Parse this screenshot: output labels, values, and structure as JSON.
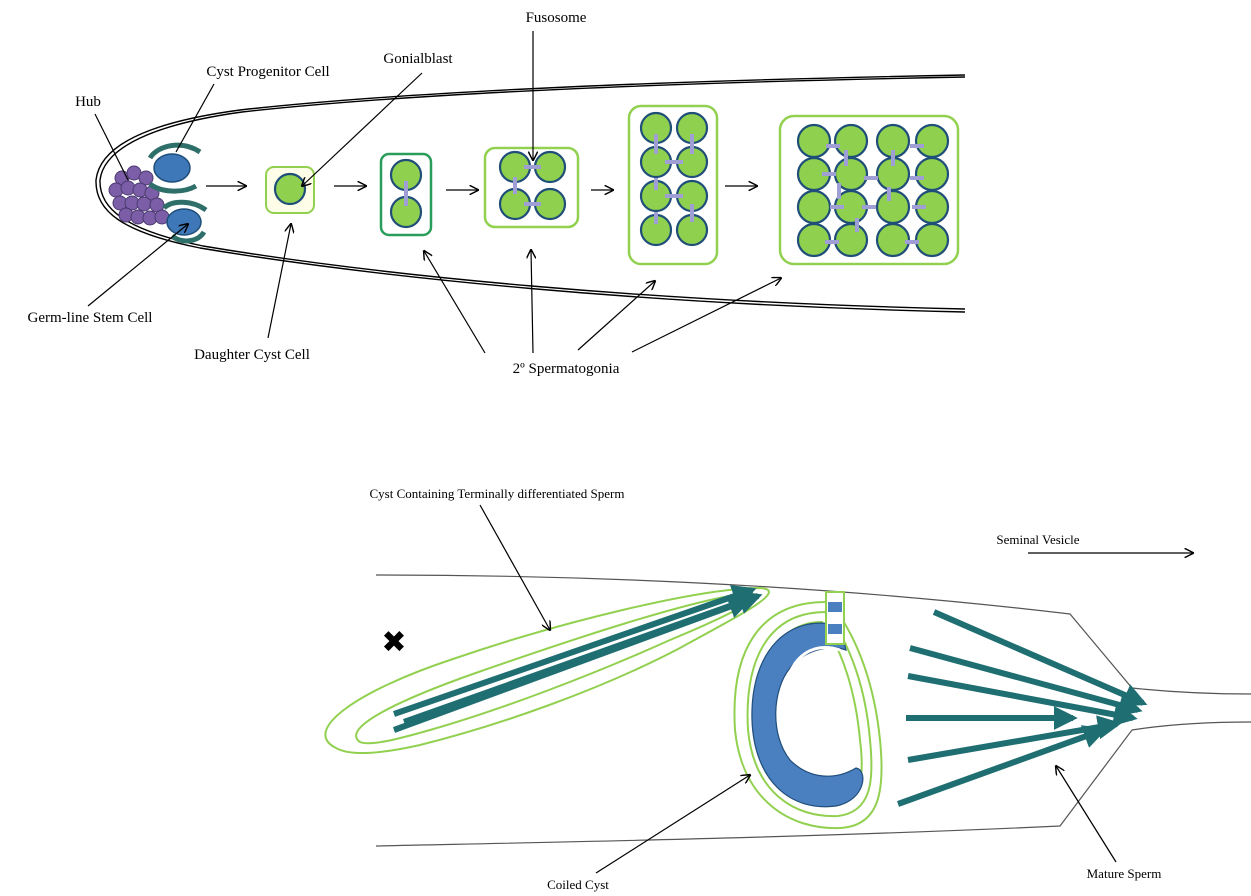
{
  "labels": {
    "hub": "Hub",
    "cyst_progenitor": "Cyst Progenitor Cell",
    "gonialblast": "Gonialblast",
    "fusosome": "Fusosome",
    "germline_stem_cell": "Germ-line Stem Cell",
    "daughter_cyst_cell": "Daughter Cyst Cell",
    "spermatogonia": "2º Spermatogonia",
    "cyst_terminal": "Cyst Containing Terminally differentiated Sperm",
    "seminal_vesicle": "Seminal Vesicle",
    "coiled_cyst": "Coiled Cyst",
    "mature_sperm": "Mature Sperm"
  },
  "symbols": {
    "cross": "✖"
  },
  "colors": {
    "cell_fill": "#8fd14f",
    "cell_stroke": "#1f4e79",
    "fusome": "#9f9fd6",
    "hub_cell": "#7b5ea7",
    "stem_cell": "#3f78b8",
    "cyst_cap": "#2f6f6a",
    "sperm": "#1f6e72",
    "cyst_outline": "#92d050"
  }
}
